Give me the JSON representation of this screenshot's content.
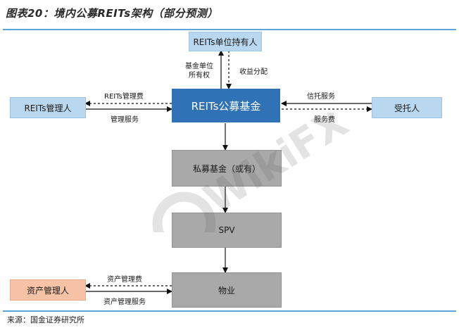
{
  "header": {
    "title": "图表20：境内公募REITs架构（部分预测）"
  },
  "nodes": {
    "holders": "REITs单位持有人",
    "fund": "REITs公募基金",
    "reits_manager": "REITs管理人",
    "trustee": "受托人",
    "private_fund": "私募基金（或有）",
    "spv": "SPV",
    "property": "物业",
    "asset_manager": "资产管理人"
  },
  "edges": {
    "ownership": [
      "基金单位",
      "所有权"
    ],
    "income": "收益分配",
    "reits_fee": "REITs管理费",
    "mgmt_service": "管理服务",
    "trust_service": "信托服务",
    "service_fee": "服务费",
    "asset_fee": "资产管理费",
    "asset_service": "资产管理服务"
  },
  "watermark": "WikiFX",
  "footer": {
    "source": "来源：国金证券研究所"
  },
  "colors": {
    "rule": "#5aa6d6",
    "fund_box": "#2f72b6",
    "side_box": "#b9d7ee",
    "gray_box": "#a9a9a9",
    "asset_box": "#f6c3a7"
  }
}
